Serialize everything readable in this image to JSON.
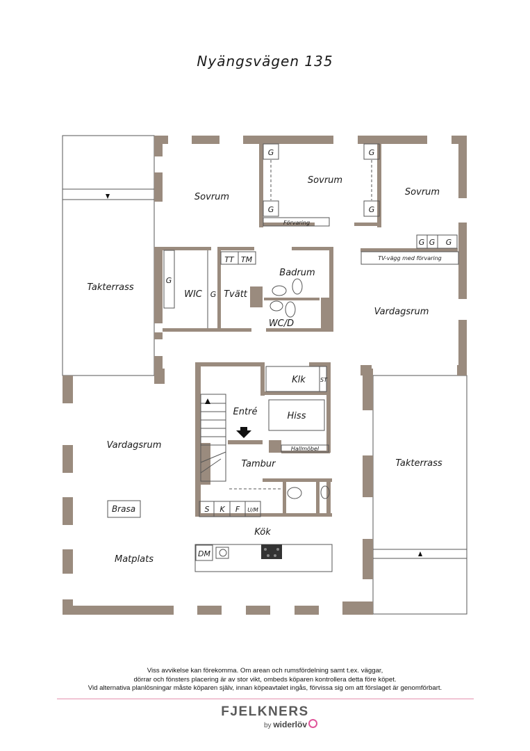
{
  "title": "Nyängsvägen 135",
  "colors": {
    "wall": "#9a8b7e",
    "line": "#555555",
    "accent_rule": "#f1c4d4",
    "brand_flower": "#e0559a"
  },
  "rooms": {
    "sovrum_1": "Sovrum",
    "sovrum_2": "Sovrum",
    "sovrum_3": "Sovrum",
    "takterrass_left": "Takterrass",
    "takterrass_right": "Takterrass",
    "wic": "WIC",
    "tvatt": "Tvätt",
    "badrum": "Badrum",
    "wcd": "WC/D",
    "vardagsrum_right": "Vardagsrum",
    "vardagsrum_left": "Vardagsrum",
    "klk": "Klk",
    "entre": "Entré",
    "hiss": "Hiss",
    "tambur": "Tambur",
    "kok": "Kök",
    "matplats": "Matplats"
  },
  "fixtures": {
    "g": "G",
    "forvaring": "Förvaring",
    "tv_vagg": "TV-vägg med förvaring",
    "tt": "TT",
    "tm": "TM",
    "st": "ST",
    "hallmobel": "Hallmöbel",
    "s": "S",
    "k": "K",
    "f": "F",
    "um": "U/M",
    "dm": "DM",
    "brasa": "Brasa"
  },
  "disclaimer": [
    "Viss avvikelse kan förekomma. Om arean och rumsfördelning samt t.ex. väggar,",
    "dörrar och fönsters placering är av stor vikt, ombeds köparen kontrollera detta före köpet.",
    "Vid alternativa planlösningar måste köparen själv, innan köpeavtalet ingås, förvissa sig om att förslaget är genomförbart."
  ],
  "brand": {
    "name": "FJELKNERS",
    "by": "by",
    "partner": "widerlöv"
  }
}
